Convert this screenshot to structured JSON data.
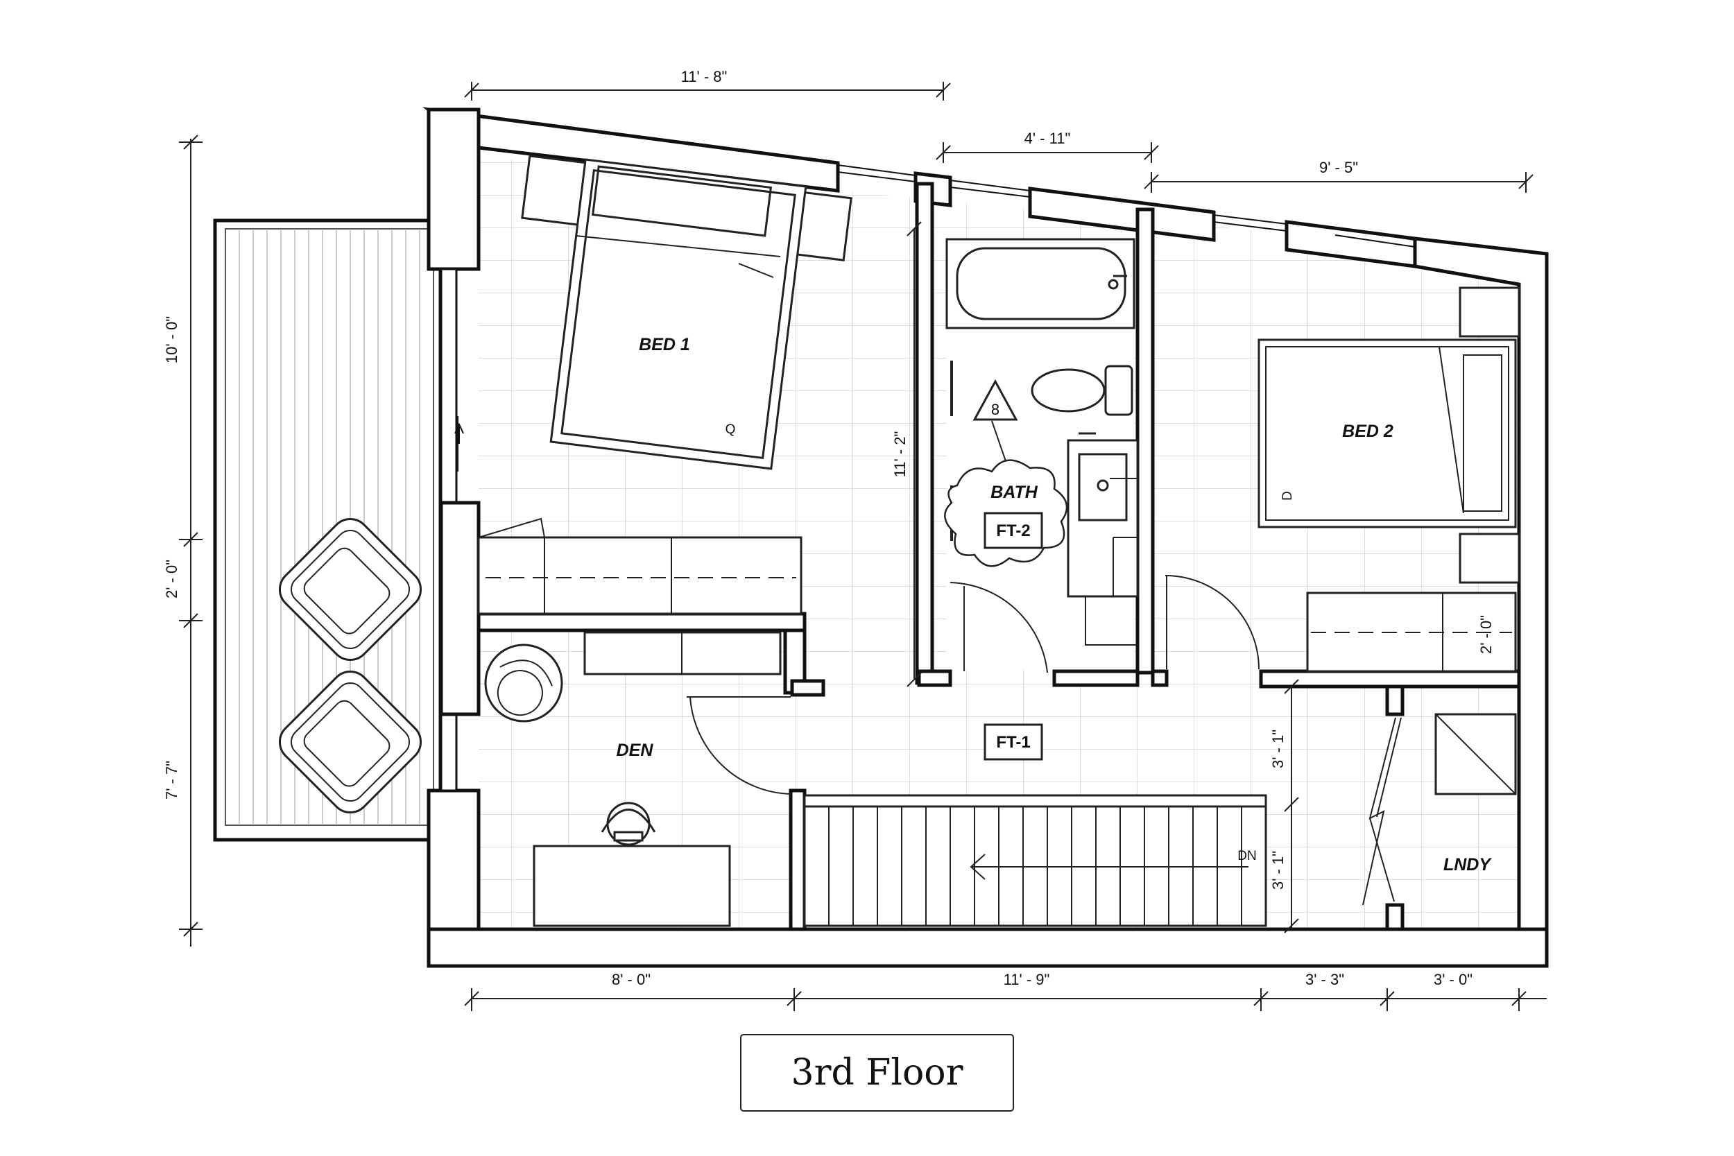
{
  "title": "3rd Floor",
  "rooms": {
    "bed1": "BED 1",
    "bed2": "BED 2",
    "bath": "BATH",
    "den": "DEN",
    "laundry": "LNDY"
  },
  "tags": {
    "ft1": "FT-1",
    "ft2": "FT-2",
    "revision": "8"
  },
  "bed_labels": {
    "bed1": "Q",
    "bed2": "D"
  },
  "stair_label": "DN",
  "dimensions": {
    "top_bed1": "11' - 8\"",
    "top_bath": "4' - 11\"",
    "top_bed2": "9' - 5\"",
    "bath_depth": "11' - 2\"",
    "left_upper": "10' - 0\"",
    "left_mid": "2' - 0\"",
    "left_lower": "7' - 7\"",
    "bottom_den": "8' - 0\"",
    "bottom_stair": "11' - 9\"",
    "bottom_hall": "3' - 3\"",
    "bottom_lndy": "3' - 0\"",
    "hall_upper": "3' - 1\"",
    "hall_lower": "3' - 1\"",
    "bed2_desk": "2' - 0\""
  }
}
